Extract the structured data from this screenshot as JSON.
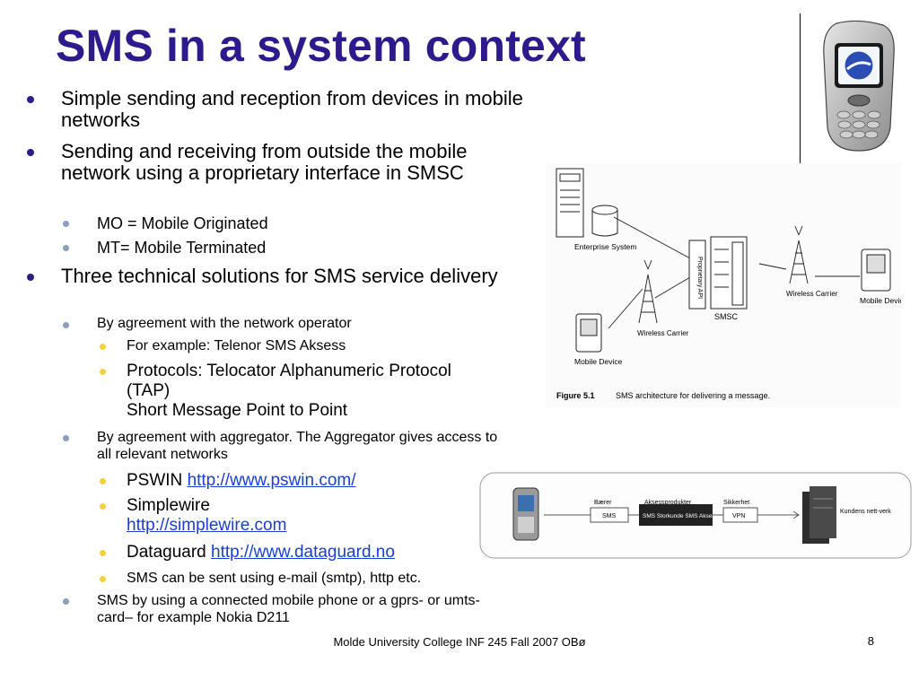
{
  "slide": {
    "title": "SMS in a system context",
    "footer": "Molde University College INF 245 Fall 2007 OBø",
    "page_number": "8"
  },
  "bullets": {
    "b1": "Simple sending and reception from devices in mobile networks",
    "b2": "Sending and receiving from outside the mobile network using a proprietary interface in SMSC",
    "b2_1": "MO = Mobile Originated",
    "b2_2": "MT= Mobile Terminated",
    "b3": "Three technical solutions for SMS service delivery",
    "b3_1": "By agreement with the network operator",
    "b3_1_1": "For example: Telenor SMS Aksess",
    "b3_1_2": "Protocols: Telocator Alphanumeric Protocol (TAP)",
    "b3_1_2b": "Short Message Point to Point",
    "b3_2": "By agreement with aggregator. The Aggregator gives access to all relevant networks",
    "b3_2_1_label": "PSWIN",
    "b3_2_1_link": "http://www.pswin.com/",
    "b3_2_2_label": "Simplewire",
    "b3_2_2_link": "http://simplewire.com",
    "b3_2_3_label": "Dataguard",
    "b3_2_3_link": "http://www.dataguard.no",
    "b3_2_4": "SMS can be sent using e-mail (smtp), http etc.",
    "b3_3": "SMS by using a connected mobile phone or a gprs- or umts- card– for example Nokia D211"
  },
  "figure1": {
    "enterprise": "Enterprise System",
    "api": "Proprietary API",
    "smsc": "SMSC",
    "wireless_carrier": "Wireless Carrier",
    "mobile_device": "Mobile Device",
    "caption_label": "Figure 5.1",
    "caption": "SMS architecture for delivering a message."
  },
  "figure2": {
    "col1": "Bærer",
    "col2": "Aksessprodukter",
    "col3": "Sikkerhet",
    "box1": "SMS",
    "box2": "SMS Storkunde SMS Aksess",
    "box3": "VPN",
    "end": "Kundens nett-verk"
  }
}
